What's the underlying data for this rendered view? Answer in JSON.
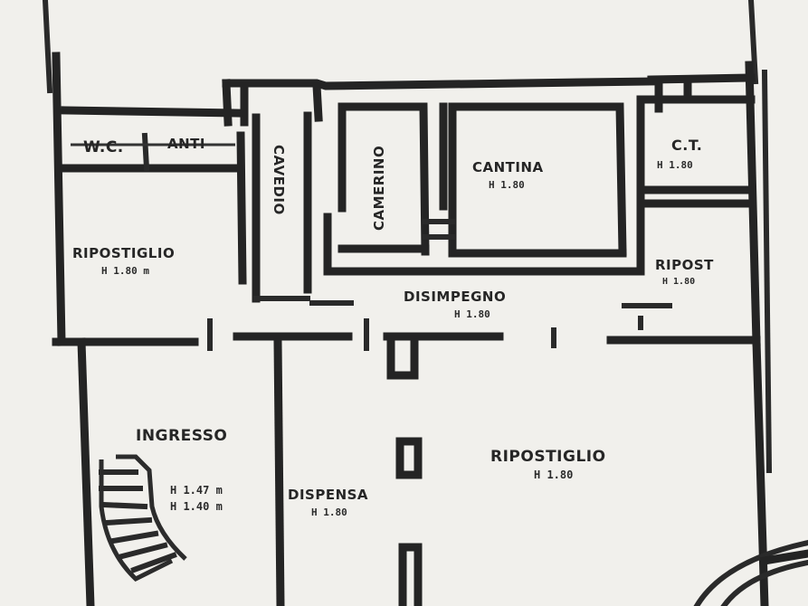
{
  "floor_plan": {
    "rooms": [
      {
        "id": "wc",
        "name": "W.C."
      },
      {
        "id": "antiwc",
        "name": "ANTI"
      },
      {
        "id": "ripostiglio_left",
        "name": "RIPOSTIGLIO",
        "sub": "H 1.80 m"
      },
      {
        "id": "ripostiglio_small",
        "name": "RIPOST",
        "sub": "H 1.80"
      },
      {
        "id": "cavedio",
        "name": "CAVEDIO"
      },
      {
        "id": "camerino",
        "name": "CAMERINO"
      },
      {
        "id": "cantina",
        "name": "CANTINA",
        "sub": "H 1.80"
      },
      {
        "id": "ct",
        "name": "C.T.",
        "sub": "H 1.80"
      },
      {
        "id": "disimpegno",
        "name": "DISIMPEGNO",
        "sub": "H 1.80"
      },
      {
        "id": "ingresso",
        "name": "INGRESSO",
        "sub1": "H 1.47 m",
        "sub2": "H 1.40 m"
      },
      {
        "id": "dispensa",
        "name": "DISPENSA",
        "sub": "H 1.80"
      },
      {
        "id": "ripostiglio_big",
        "name": "RIPOSTIGLIO",
        "sub": "H 1.80"
      }
    ],
    "colors": {
      "paper": "#f1f0ec",
      "ink": "#242424"
    }
  }
}
